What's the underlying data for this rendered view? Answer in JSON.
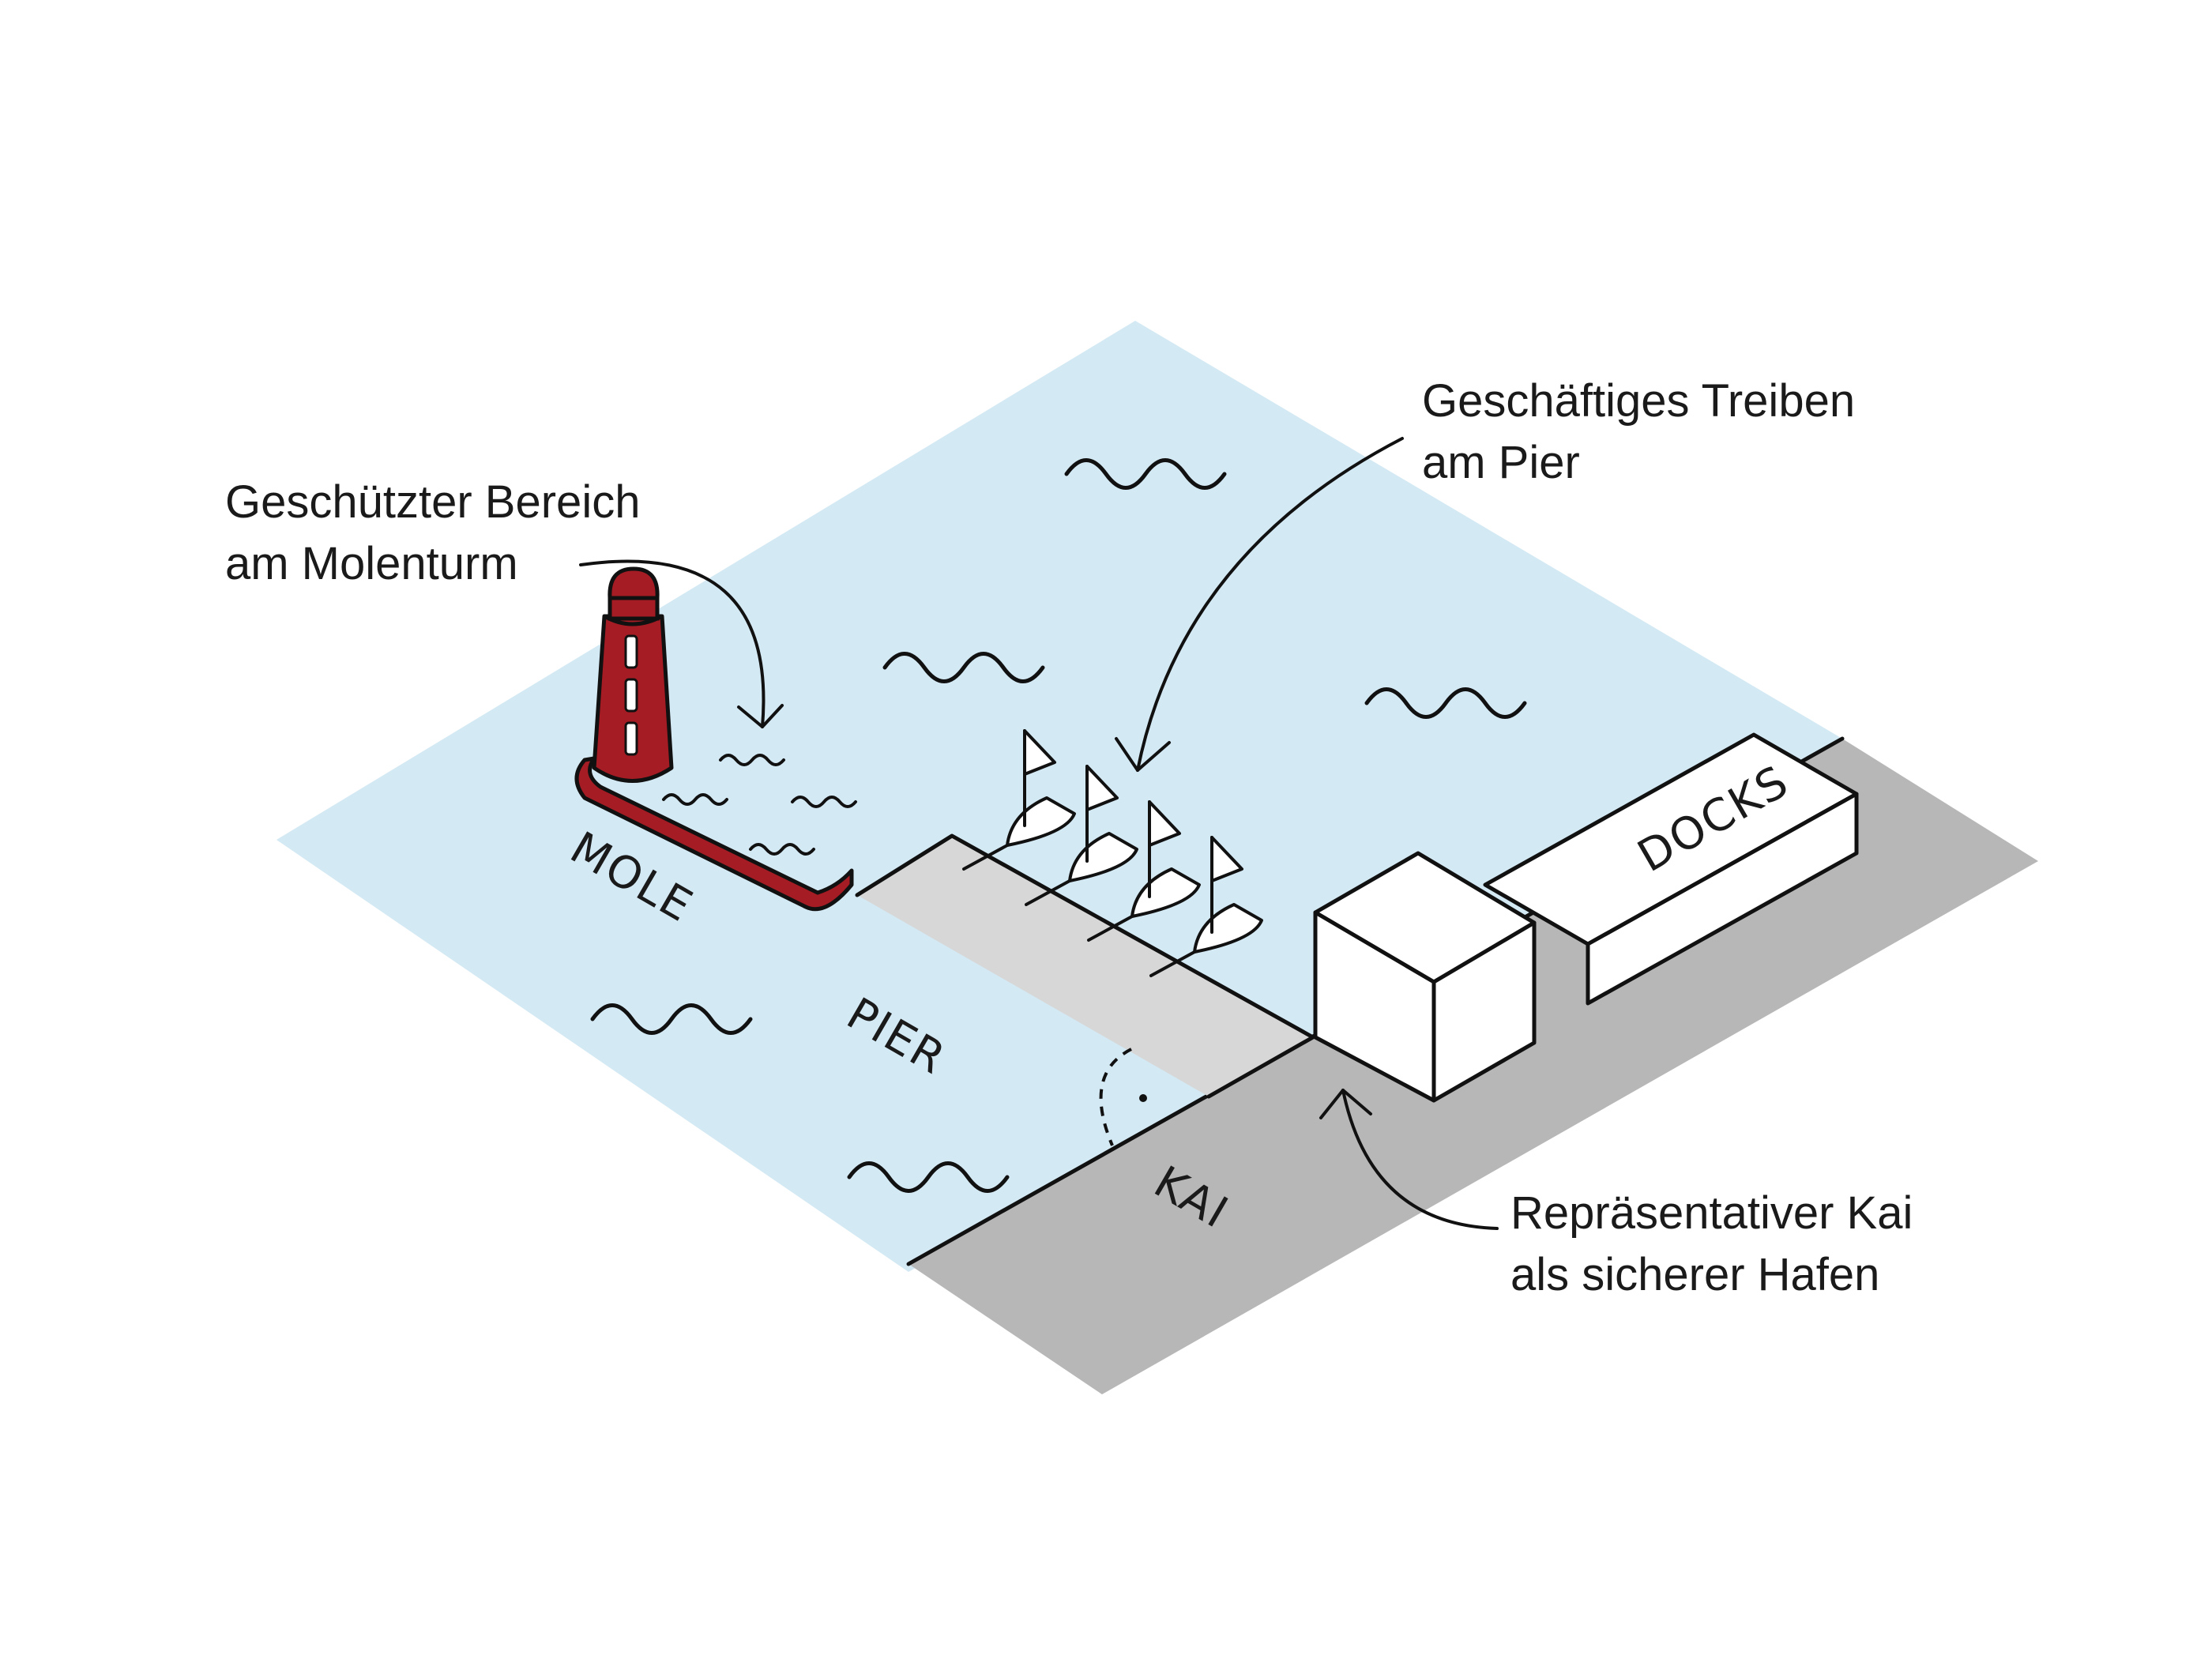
{
  "annotations": {
    "protected_area": [
      "Geschützter Bereich",
      "am Molenturm"
    ],
    "busy_pier": [
      "Geschäftiges Treiben",
      "am Pier"
    ],
    "quay": [
      "Repräsentativer Kai",
      "als sicherer Hafen"
    ]
  },
  "places": {
    "mole": "MOLE",
    "pier": "PIER",
    "quay": "KAI",
    "docks": "DOCKS"
  },
  "colors": {
    "water": "#d3e9f4",
    "pier": "#d7d7d7",
    "quay": "#b6b6b6",
    "lighthouse": "#a51c24",
    "building": "#ffffff",
    "ink": "#111111"
  },
  "icons": {
    "lighthouse": "lighthouse-icon",
    "boat": "sailboat-icon",
    "wave": "wave-icon",
    "arrow": "curved-arrow-icon"
  }
}
